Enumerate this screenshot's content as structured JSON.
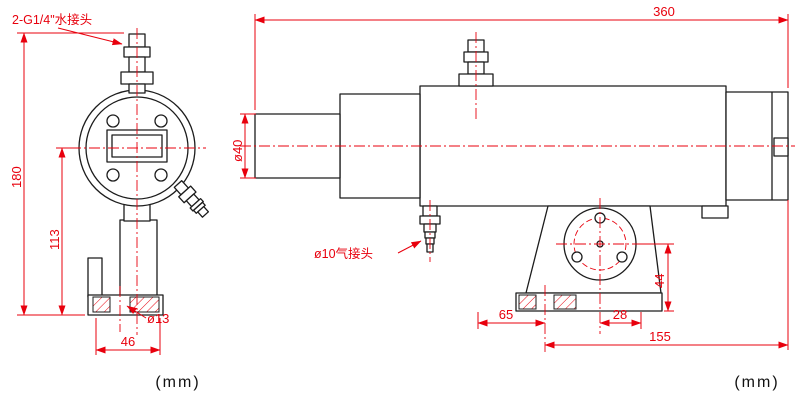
{
  "page": {
    "background": "#ffffff"
  },
  "colors": {
    "line": "#1c1c1c",
    "dimension": "#e8000d"
  },
  "front_view": {
    "water_connector_label": "2-G1/4\"水接头",
    "dims": {
      "overall_height": "180",
      "center_to_base": "113",
      "base_width": "46",
      "hole_diameter": "ø13"
    },
    "unit_label": "(mm)"
  },
  "side_view": {
    "air_connector_label": "ø10气接头",
    "dims": {
      "overall_length": "360",
      "lens_diameter": "ø40",
      "flange_center_to_base": "44",
      "front_offset": "65",
      "base_offset": "28",
      "mount_to_rear": "155"
    },
    "unit_label": "(mm)"
  }
}
